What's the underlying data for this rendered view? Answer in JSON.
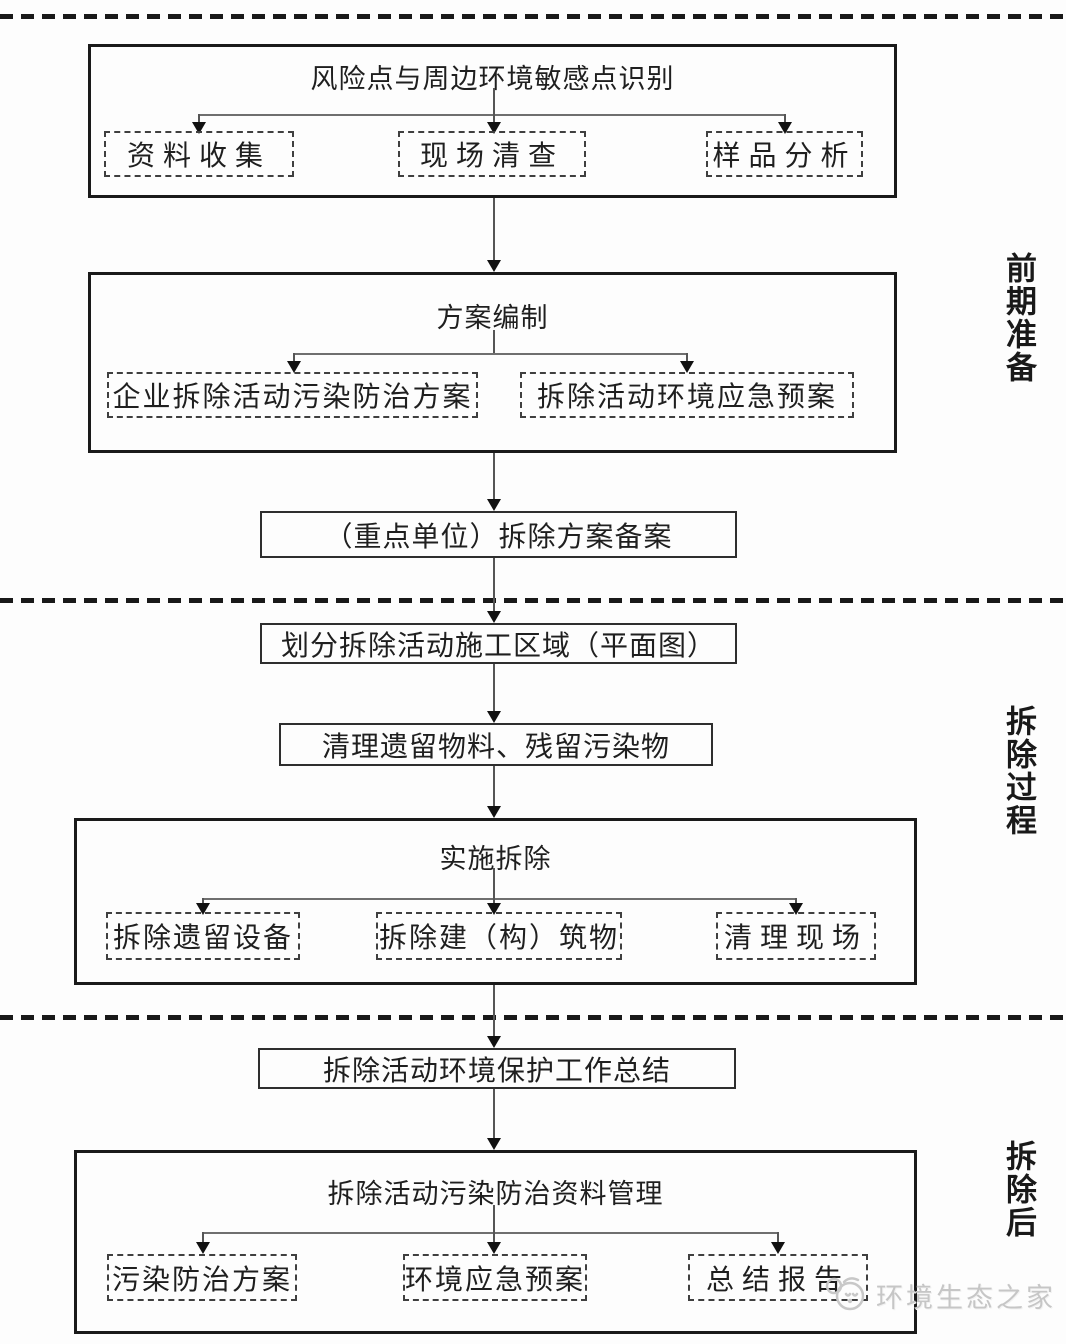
{
  "flow": {
    "section1": {
      "title": "风险点与周边环境敏感点识别",
      "items": [
        "资料收集",
        "现场清查",
        "样品分析"
      ]
    },
    "section2": {
      "title": "方案编制",
      "items": [
        "企业拆除活动污染防治方案",
        "拆除活动环境应急预案"
      ]
    },
    "filing": "（重点单位）拆除方案备案",
    "zoning": "划分拆除活动施工区域（平面图）",
    "cleanup": "清理遗留物料、残留污染物",
    "section3": {
      "title": "实施拆除",
      "items": [
        "拆除遗留设备",
        "拆除建（构）筑物",
        "清理现场"
      ]
    },
    "summary": "拆除活动环境保护工作总结",
    "section4": {
      "title": "拆除活动污染防治资料管理",
      "items": [
        "污染防治方案",
        "环境应急预案",
        "总结报告"
      ]
    }
  },
  "stages": [
    {
      "label": "前期准备"
    },
    {
      "label": "拆除过程"
    },
    {
      "label": "拆除后"
    }
  ],
  "watermark": {
    "text": "环境生态之家",
    "logo": "bird-face-logo"
  },
  "colors": {
    "box_border": "#1a1a1a",
    "dashed_border": "#3f3f3f",
    "connector": "#555555",
    "text": "#1f1f1f",
    "watermark": "#c6c6c6"
  }
}
